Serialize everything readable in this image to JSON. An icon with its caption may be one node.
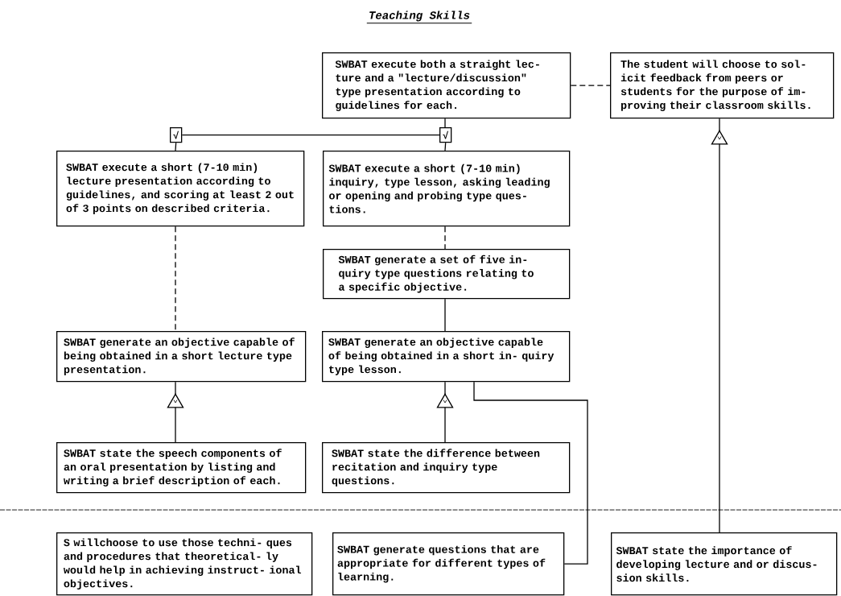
{
  "diagram": {
    "title": "Teaching Skills",
    "nodes": [
      {
        "text": [
          "SWBAT execute both a straight lec- ture and a \"lecture/discussion\" type presentation according to guidelines for each."
        ]
      },
      {
        "text": [
          "The student will choose to sol- icit feedback from peers or students for the purpose of im- proving their classroom skills."
        ]
      },
      {
        "text": [
          "SWBAT execute a short (7-10 min) lecture presentation according to guidelines, and scoring at least 2 out of 3 points on described criteria."
        ]
      },
      {
        "text": [
          "SWBAT execute a short (7-10 min) inquiry, type lesson, asking leading or opening and probing type ques- tions."
        ]
      },
      {
        "text": [
          "SWBAT generate a set of five in- quiry type questions relating to a specific objective."
        ]
      },
      {
        "text": [
          "SWBAT generate an objective capable of being obtained in a short lecture type presentation."
        ]
      },
      {
        "text": [
          "SWBAT generate an objective capable of being obtained in a short in- quiry type lesson."
        ]
      },
      {
        "text": [
          "SWBAT state the speech components of an oral presentation by listing and writing a brief description of each."
        ]
      },
      {
        "text": [
          "SWBAT state the difference between recitation and inquiry type questions."
        ]
      },
      {
        "text": [
          "S willchoose to use those techni- ques and procedures that theoretical- ly would help in achieving instruct- ional objectives."
        ]
      },
      {
        "text": [
          "SWBAT generate questions that are appropriate for different types of learning."
        ]
      },
      {
        "text": [
          "SWBAT state the importance of developing lecture and or discus- sion skills."
        ]
      },
      {
        "text": [
          "√"
        ]
      },
      {
        "text": [
          "√"
        ]
      }
    ],
    "edges": [
      {
        "from": 0,
        "to": 13,
        "arrow": "none"
      },
      {
        "from": 13,
        "to": 12,
        "arrow": "none"
      },
      {
        "from": 12,
        "to": 2,
        "arrow": "none"
      },
      {
        "from": 13,
        "to": 3,
        "arrow": "none"
      },
      {
        "from": 0,
        "to": 1,
        "arrow": "none",
        "style": "dashed"
      },
      {
        "from": 2,
        "to": 5,
        "arrow": "none",
        "style": "dashed"
      },
      {
        "from": 3,
        "to": 4,
        "arrow": "none",
        "style": "dashed"
      },
      {
        "from": 4,
        "to": 6,
        "arrow": "none"
      },
      {
        "from": 7,
        "to": 5,
        "arrow": "to"
      },
      {
        "from": 8,
        "to": 6,
        "arrow": "to"
      },
      {
        "from": 11,
        "to": 1,
        "arrow": "to"
      },
      {
        "from": 6,
        "to": 10,
        "arrow": "none"
      }
    ]
  }
}
